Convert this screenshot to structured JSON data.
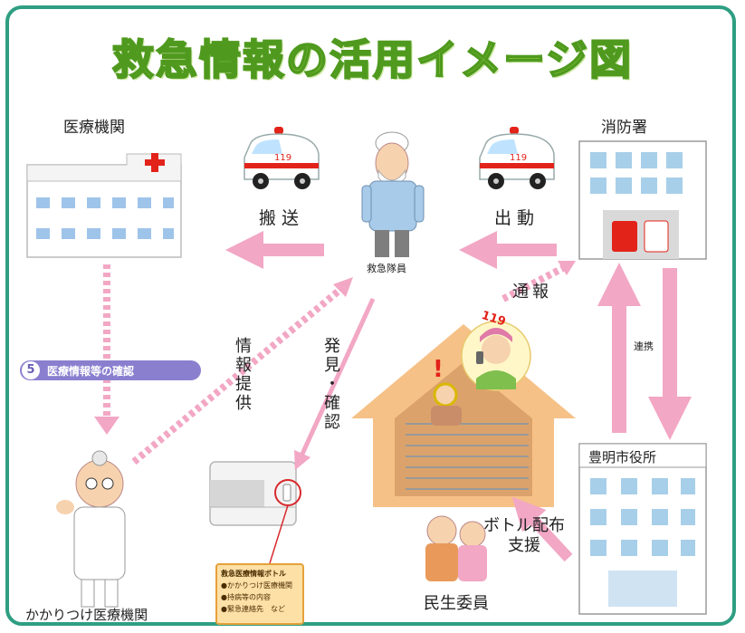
{
  "title": "救急情報の活用イメージ図",
  "nodes": {
    "hospital": "医療機関",
    "fire_station": "消防署",
    "paramedic": "救急隊員",
    "family_doctor": "かかりつけ医療機関",
    "city_hall": "豊明市役所",
    "welfare_commissioner": "民生委員"
  },
  "ambulance_number": "119",
  "phone_number": "119",
  "arrows": {
    "transport": "搬送",
    "dispatch": "出動",
    "report": "通報",
    "cooperation": "連携",
    "info_provision": "情報提供",
    "discovery": "発見・確認",
    "bottle_support": "ボトル配布\n支援"
  },
  "step_badge": {
    "number": "5",
    "label": "医療情報等の確認"
  },
  "bottle_note": {
    "title": "救急医療情報ボトル",
    "items": [
      "●かかりつけ医療機関",
      "●持病等の内容",
      "●緊急連絡先　など"
    ]
  },
  "colors": {
    "arrow": "#f2a7c4",
    "frame": "#2f9e82",
    "title": "#8cc63f",
    "badge": "#8a7fcf"
  }
}
